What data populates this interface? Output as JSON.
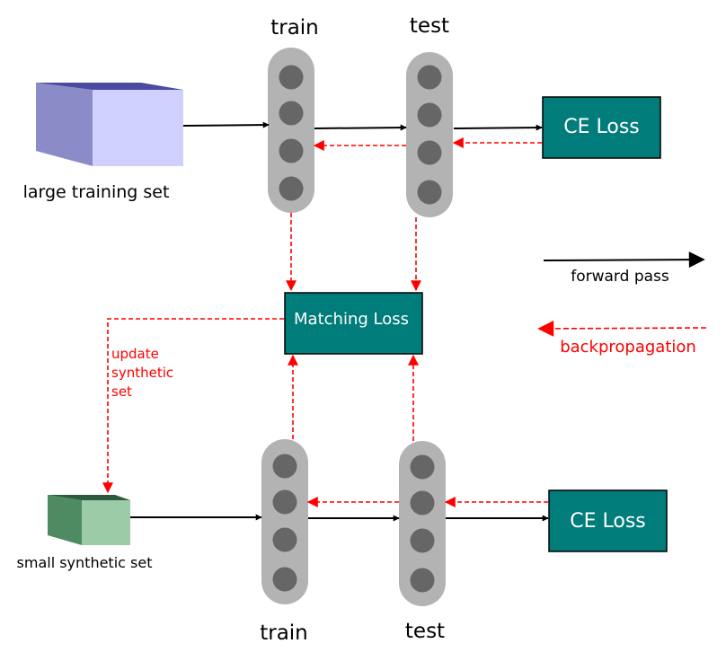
{
  "top": {
    "network_labels": {
      "train": "train",
      "test": "test"
    },
    "dataset_label": "large training set",
    "loss_label": "CE Loss"
  },
  "middle": {
    "matching_loss_label": "Matching Loss",
    "update_label": [
      "update",
      "synthetic",
      "set"
    ]
  },
  "bottom": {
    "network_labels": {
      "train": "train",
      "test": "test"
    },
    "dataset_label": "small synthetic set",
    "loss_label": "CE Loss"
  },
  "legend": {
    "forward_label": "forward pass",
    "backprop_label": "backpropagation"
  },
  "colors": {
    "loss_box": "#007c7a",
    "network_body": "#b3b3b3",
    "network_node": "#666666",
    "large_set_front": "#d0d0ff",
    "large_set_side": "#8b8bc8",
    "large_set_top": "#4a4aa0",
    "small_set_front": "#9ccba8",
    "small_set_side": "#4e8a62",
    "small_set_top": "#2d5a3c",
    "backprop": "#ff0000",
    "forward": "#000000"
  }
}
